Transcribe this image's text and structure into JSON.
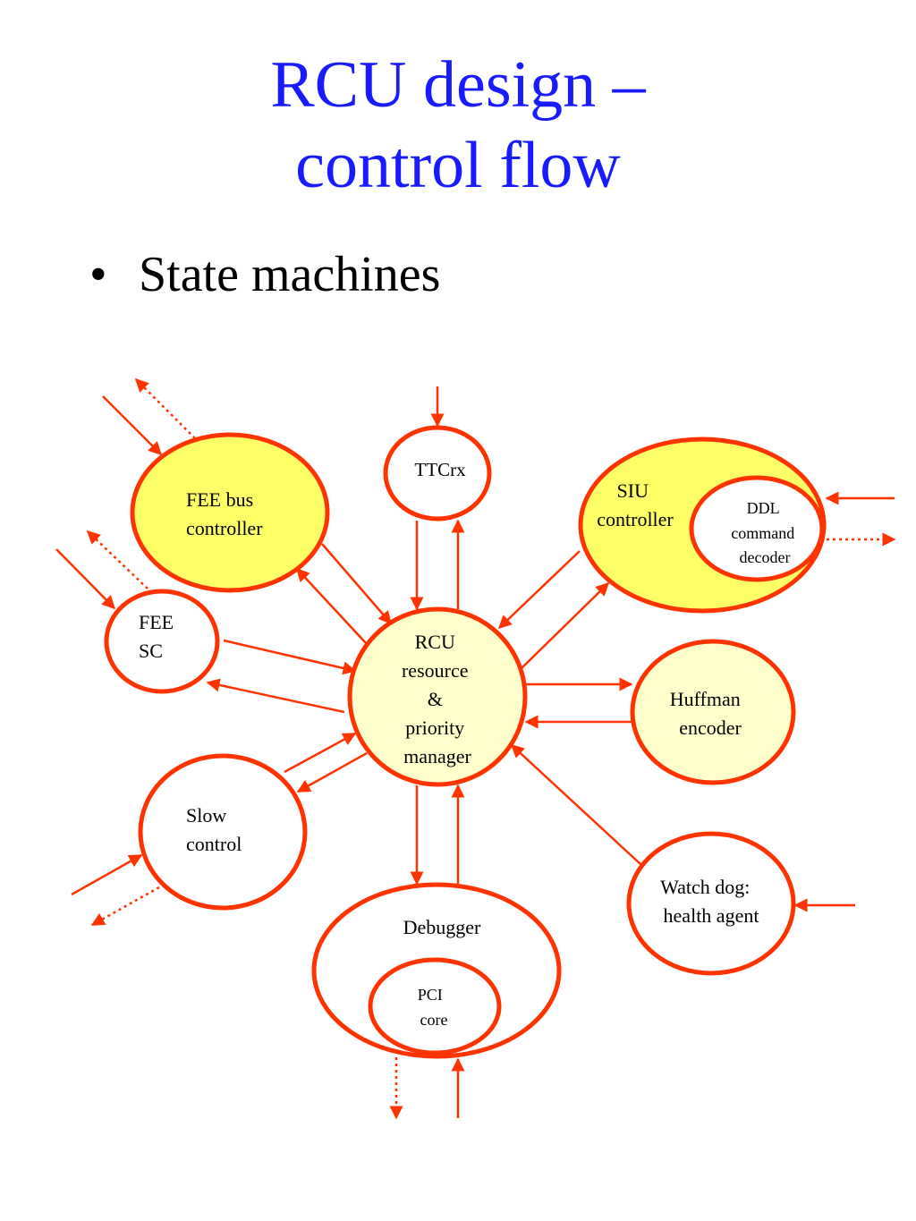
{
  "slide": {
    "title_line1": "RCU design –",
    "title_line2": "control flow",
    "bullet_marker": "•",
    "bullet_text": "State machines"
  },
  "colors": {
    "title": "#1a1aff",
    "stroke": "#ff3300",
    "fill_yellow": "#ffff66",
    "fill_light_yellow": "#ffffcc"
  },
  "nodes": {
    "fee_bus": [
      "FEE bus",
      "controller"
    ],
    "fee_sc": [
      "FEE",
      "SC"
    ],
    "ttcrx": [
      "TTCrx"
    ],
    "siu": [
      "SIU",
      "controller"
    ],
    "ddl": [
      "DDL",
      "command",
      "decoder"
    ],
    "rcu": [
      "RCU",
      "resource",
      "&",
      "priority",
      "manager"
    ],
    "huffman": [
      "Huffman",
      "encoder"
    ],
    "slow": [
      "Slow",
      "control"
    ],
    "watchdog": [
      "Watch dog:",
      "health agent"
    ],
    "debugger": [
      "Debugger"
    ],
    "pci": [
      "PCI",
      "core"
    ]
  }
}
